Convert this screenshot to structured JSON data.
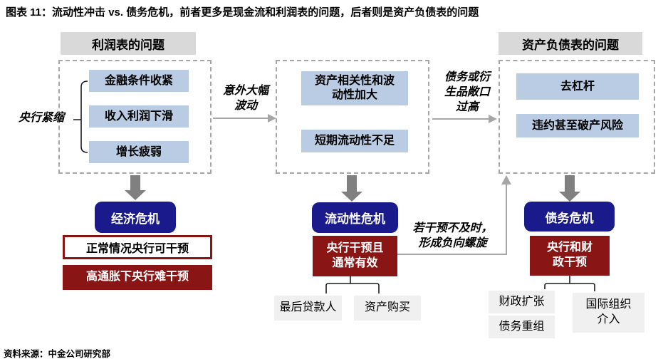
{
  "title": "图表 11：流动性冲击 vs. 债务危机，前者更多是现金流和利润表的问题，后者则是资产负债表的问题",
  "source": "资料来源：中金公司研究部",
  "colors": {
    "light_blue": "#b9cce4",
    "header_gray": "#d9d9d9",
    "dark_blue": "#1a1a8c",
    "dark_red": "#8a1515",
    "tool_gray": "#f0f0f0",
    "line_gray": "#a6a6a6",
    "arrow_gray": "#808080"
  },
  "income_column": {
    "header": "利润表的问题",
    "side_label": "央行紧缩",
    "causes": [
      "金融条件收紧",
      "收入利润下滑",
      "增长疲弱"
    ],
    "crisis": "经济危机",
    "note_normal": "正常情况央行可干预",
    "note_inflation": "高通胀下央行难干预"
  },
  "liquidity_column": {
    "causes": [
      "资产相关性和波\n动性加大",
      "短期流动性不足"
    ],
    "crisis": "流动性危机",
    "intervention": "央行干预且\n通常有效",
    "tools": [
      "最后贷款人",
      "资产购买"
    ]
  },
  "balance_column": {
    "header": "资产负债表的问题",
    "causes": [
      "去杠杆",
      "违约甚至破产风险"
    ],
    "crisis": "债务危机",
    "intervention": "央行和财\n政干预",
    "tools": [
      "财政扩张",
      "债务重组",
      "国际组织\n介入"
    ]
  },
  "transitions": {
    "shock_to_liquidity": "意外大幅\n波动",
    "to_balance": "债务或衍\n生品敞口\n过高",
    "negative_spiral": "若干预不及时，\n形成负向螺旋"
  }
}
